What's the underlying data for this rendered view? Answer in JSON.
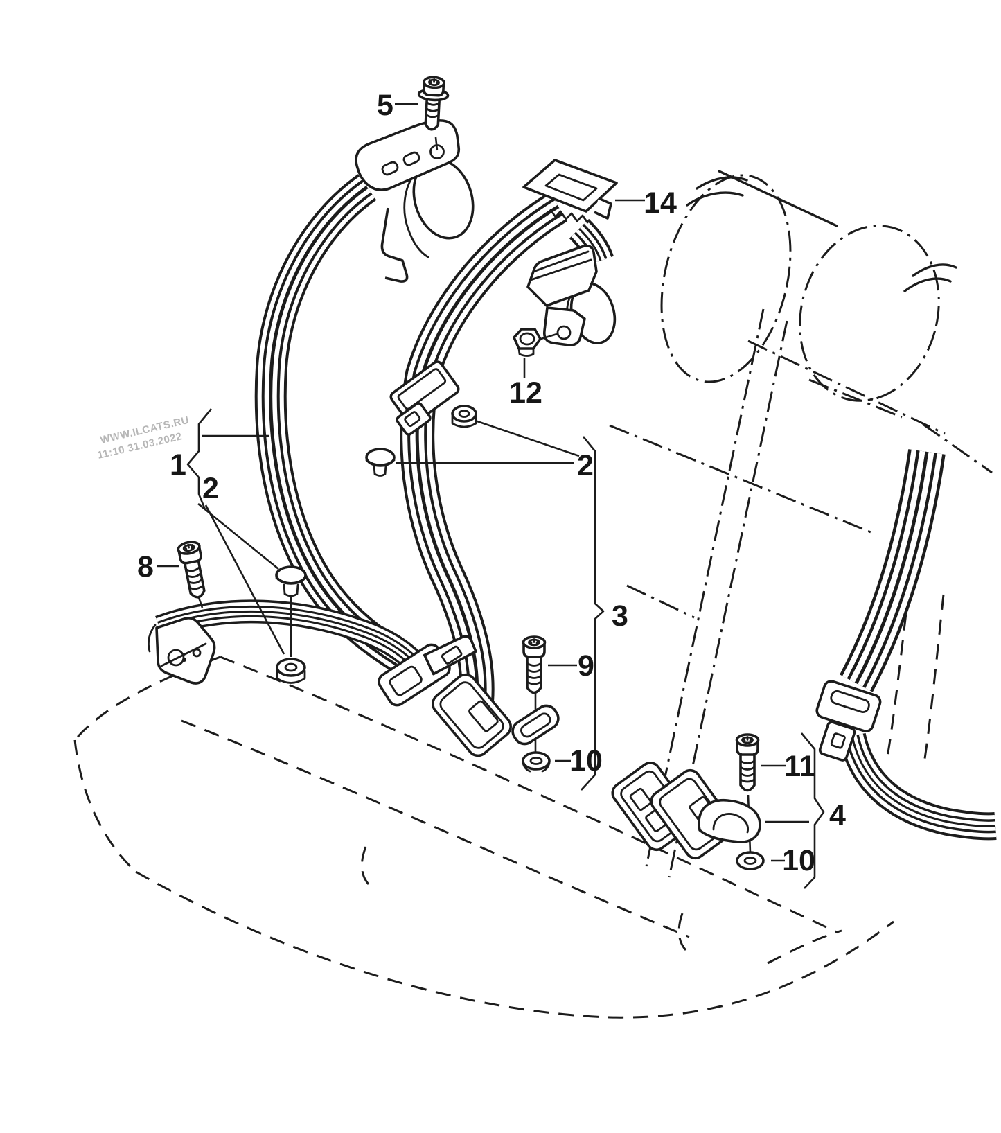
{
  "watermark": {
    "line1": "WWW.ILCATS.RU",
    "line2": "11:10 31.03.2022"
  },
  "colors": {
    "line": "#1c1c1c",
    "watermark": "#b6b6b6",
    "background": "#ffffff"
  },
  "callouts": [
    {
      "label": "5"
    },
    {
      "label": "14"
    },
    {
      "label": "12"
    },
    {
      "label": "2"
    },
    {
      "label": "1"
    },
    {
      "label": "2"
    },
    {
      "label": "8"
    },
    {
      "label": "9"
    },
    {
      "label": "10"
    },
    {
      "label": "3"
    },
    {
      "label": "11"
    },
    {
      "label": "4"
    },
    {
      "label": "10"
    }
  ]
}
